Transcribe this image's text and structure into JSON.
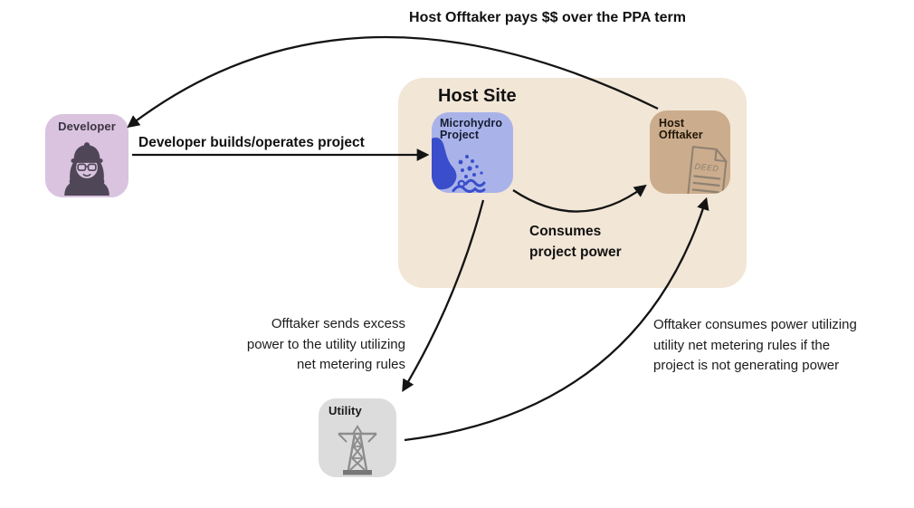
{
  "canvas": {
    "background": "#ffffff"
  },
  "nodes": {
    "host_site": {
      "title": "Host Site",
      "fill": "#f2e6d6"
    },
    "developer": {
      "label": "Developer",
      "fill": "#d9c3de",
      "icon": "construction-worker-icon"
    },
    "microhydro": {
      "label_lines": [
        "Microhydro",
        "Project"
      ],
      "fill": "#a9b3e9",
      "icon": "waterfall-icon"
    },
    "host_offtaker": {
      "label_lines": [
        "Host",
        "Offtaker"
      ],
      "fill": "#cbac8c",
      "icon": "deed-document-icon",
      "deed_text": "DEED"
    },
    "utility": {
      "label": "Utility",
      "fill": "#dcdcdc",
      "icon": "transmission-tower-icon"
    }
  },
  "arrows": {
    "ppa_payment": {
      "from": "host_offtaker",
      "to": "developer",
      "label": "Host Offtaker pays $$ over the PPA term"
    },
    "builds": {
      "from": "developer",
      "to": "microhydro",
      "label": "Developer builds/operates project"
    },
    "consumes": {
      "from": "microhydro",
      "to": "host_offtaker",
      "label_lines": [
        "Consumes",
        "project power"
      ]
    },
    "excess_to_utility": {
      "from": "microhydro",
      "to": "utility",
      "label_lines": [
        "Offtaker sends excess",
        "power to the utility utilizing",
        "net metering rules"
      ]
    },
    "net_metering": {
      "from": "utility",
      "to": "host_offtaker",
      "label_lines": [
        "Offtaker consumes power utilizing",
        "utility net metering rules if the",
        "project is not generating power"
      ]
    }
  },
  "colors": {
    "arrow": "#141414",
    "text": "#141414"
  }
}
